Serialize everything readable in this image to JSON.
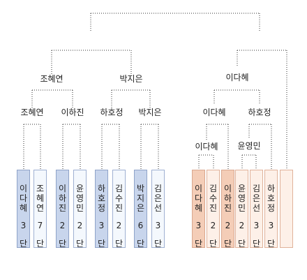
{
  "labels": {
    "r1_left_1": "조혜연",
    "r1_left_2": "이하진",
    "r1_left_3": "하호정",
    "r1_left_4": "박지은",
    "r2_left_1": "조혜연",
    "r2_left_2": "박지은",
    "r1_right_a": "이다혜",
    "r1_right_b": "윤영민",
    "r2_right_1": "이다혜",
    "r2_right_2": "하호정",
    "r3_right": "이다혜"
  },
  "left_players": [
    {
      "name": "이다혜",
      "rank": "3",
      "dan": "단"
    },
    {
      "name": "조혜연",
      "rank": "7",
      "dan": "단"
    },
    {
      "name": "이하진",
      "rank": "2",
      "dan": "단"
    },
    {
      "name": "윤영민",
      "rank": "2",
      "dan": "단"
    },
    {
      "name": "하호정",
      "rank": "3",
      "dan": "단"
    },
    {
      "name": "김수진",
      "rank": "2",
      "dan": "단"
    },
    {
      "name": "박지은",
      "rank": "6",
      "dan": "단"
    },
    {
      "name": "김은선",
      "rank": "3",
      "dan": "단"
    }
  ],
  "right_players": [
    {
      "name": "이다혜",
      "rank": "3",
      "dan": "단"
    },
    {
      "name": "김수진",
      "rank": "2",
      "dan": "단"
    },
    {
      "name": "이하진",
      "rank": "2",
      "dan": "단"
    },
    {
      "name": "윤영민",
      "rank": "2",
      "dan": "단"
    },
    {
      "name": "김은선",
      "rank": "3",
      "dan": "단"
    },
    {
      "name": "하호정",
      "rank": "3",
      "dan": "단"
    }
  ],
  "colors": {
    "left_highlight": "#c8d5ec",
    "left_plain": "#f4f8fd",
    "right_highlight": "#f4cdb7",
    "right_plain": "#fdf0e8"
  }
}
